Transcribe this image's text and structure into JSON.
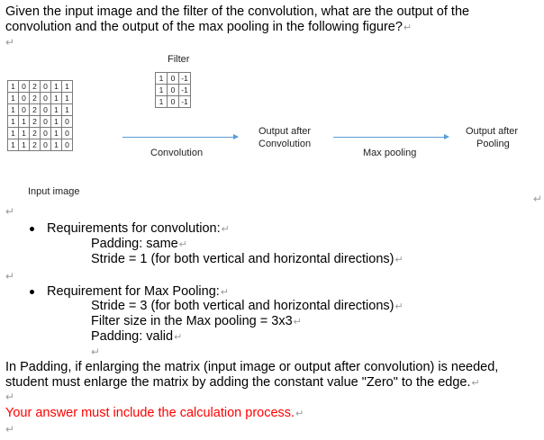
{
  "question_line1": "Given the input image and the filter of the convolution, what are the output of the",
  "question_line2": "convolution and the output of the max pooling in the following figure?",
  "return_mark": "↵",
  "figure": {
    "filter_label": "Filter",
    "filter": [
      [
        "1",
        "0",
        "-1"
      ],
      [
        "1",
        "0",
        "-1"
      ],
      [
        "1",
        "0",
        "-1"
      ]
    ],
    "input_image": [
      [
        "1",
        "0",
        "2",
        "0",
        "1",
        "1"
      ],
      [
        "1",
        "0",
        "2",
        "0",
        "1",
        "1"
      ],
      [
        "1",
        "0",
        "2",
        "0",
        "1",
        "1"
      ],
      [
        "1",
        "1",
        "2",
        "0",
        "1",
        "0"
      ],
      [
        "1",
        "1",
        "2",
        "0",
        "1",
        "0"
      ],
      [
        "1",
        "1",
        "2",
        "0",
        "1",
        "0"
      ]
    ],
    "input_label": "Input image",
    "convolution_label": "Convolution",
    "output_conv_line1": "Output after",
    "output_conv_line2": "Convolution",
    "max_pooling_label": "Max pooling",
    "output_pool_line1": "Output after",
    "output_pool_line2": "Pooling"
  },
  "requirements": {
    "conv_title": "Requirements for convolution:",
    "conv_padding": "Padding: same",
    "conv_stride": "Stride = 1 (for both vertical and horizontal directions)",
    "pool_title": "Requirement for Max Pooling:",
    "pool_stride": "Stride = 3 (for both vertical and horizontal directions)",
    "pool_filter": "Filter size in the Max pooling = 3x3",
    "pool_padding": "Padding: valid"
  },
  "padding_note_line1": "In Padding, if enlarging the matrix (input image or output after convolution) is needed,",
  "padding_note_line2": "student must enlarge the matrix by adding the constant value \"Zero\" to the edge.",
  "answer_note": "Your answer must include the calculation process."
}
